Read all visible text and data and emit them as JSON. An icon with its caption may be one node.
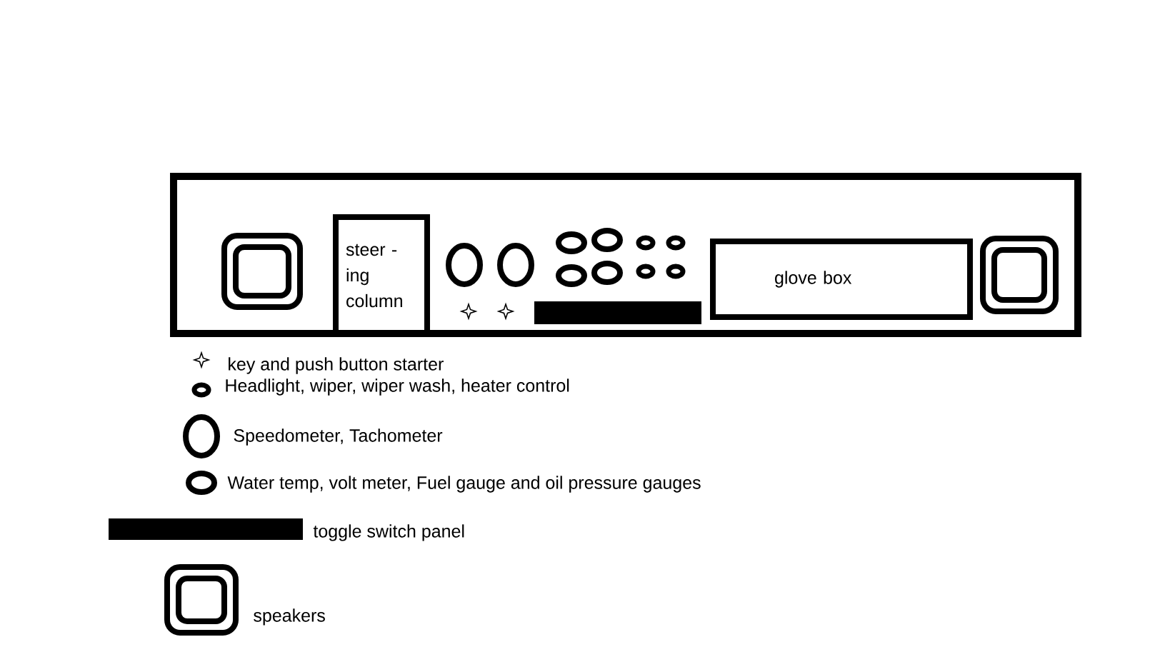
{
  "diagram": {
    "nodes": [
      {
        "text": [],
        "shape": "box"
      },
      {
        "text": [
          "steer - ing column"
        ],
        "in": 0
      },
      {
        "text": [],
        "shape": "bar",
        "in": 0
      },
      {
        "text": [
          "glove box"
        ],
        "in": 0
      }
    ],
    "legend": [
      {
        "text": "key and push button starter"
      },
      {
        "text": "Headlight, wiper, wiper wash, heater control"
      },
      {
        "text": "Speedometer, Tachometer"
      },
      {
        "text": "Water temp, volt meter, Fuel gauge and oil pressure gauges"
      },
      {
        "text": "toggle switch panel",
        "color": "#000000"
      },
      {
        "text": "speakers"
      }
    ]
  }
}
